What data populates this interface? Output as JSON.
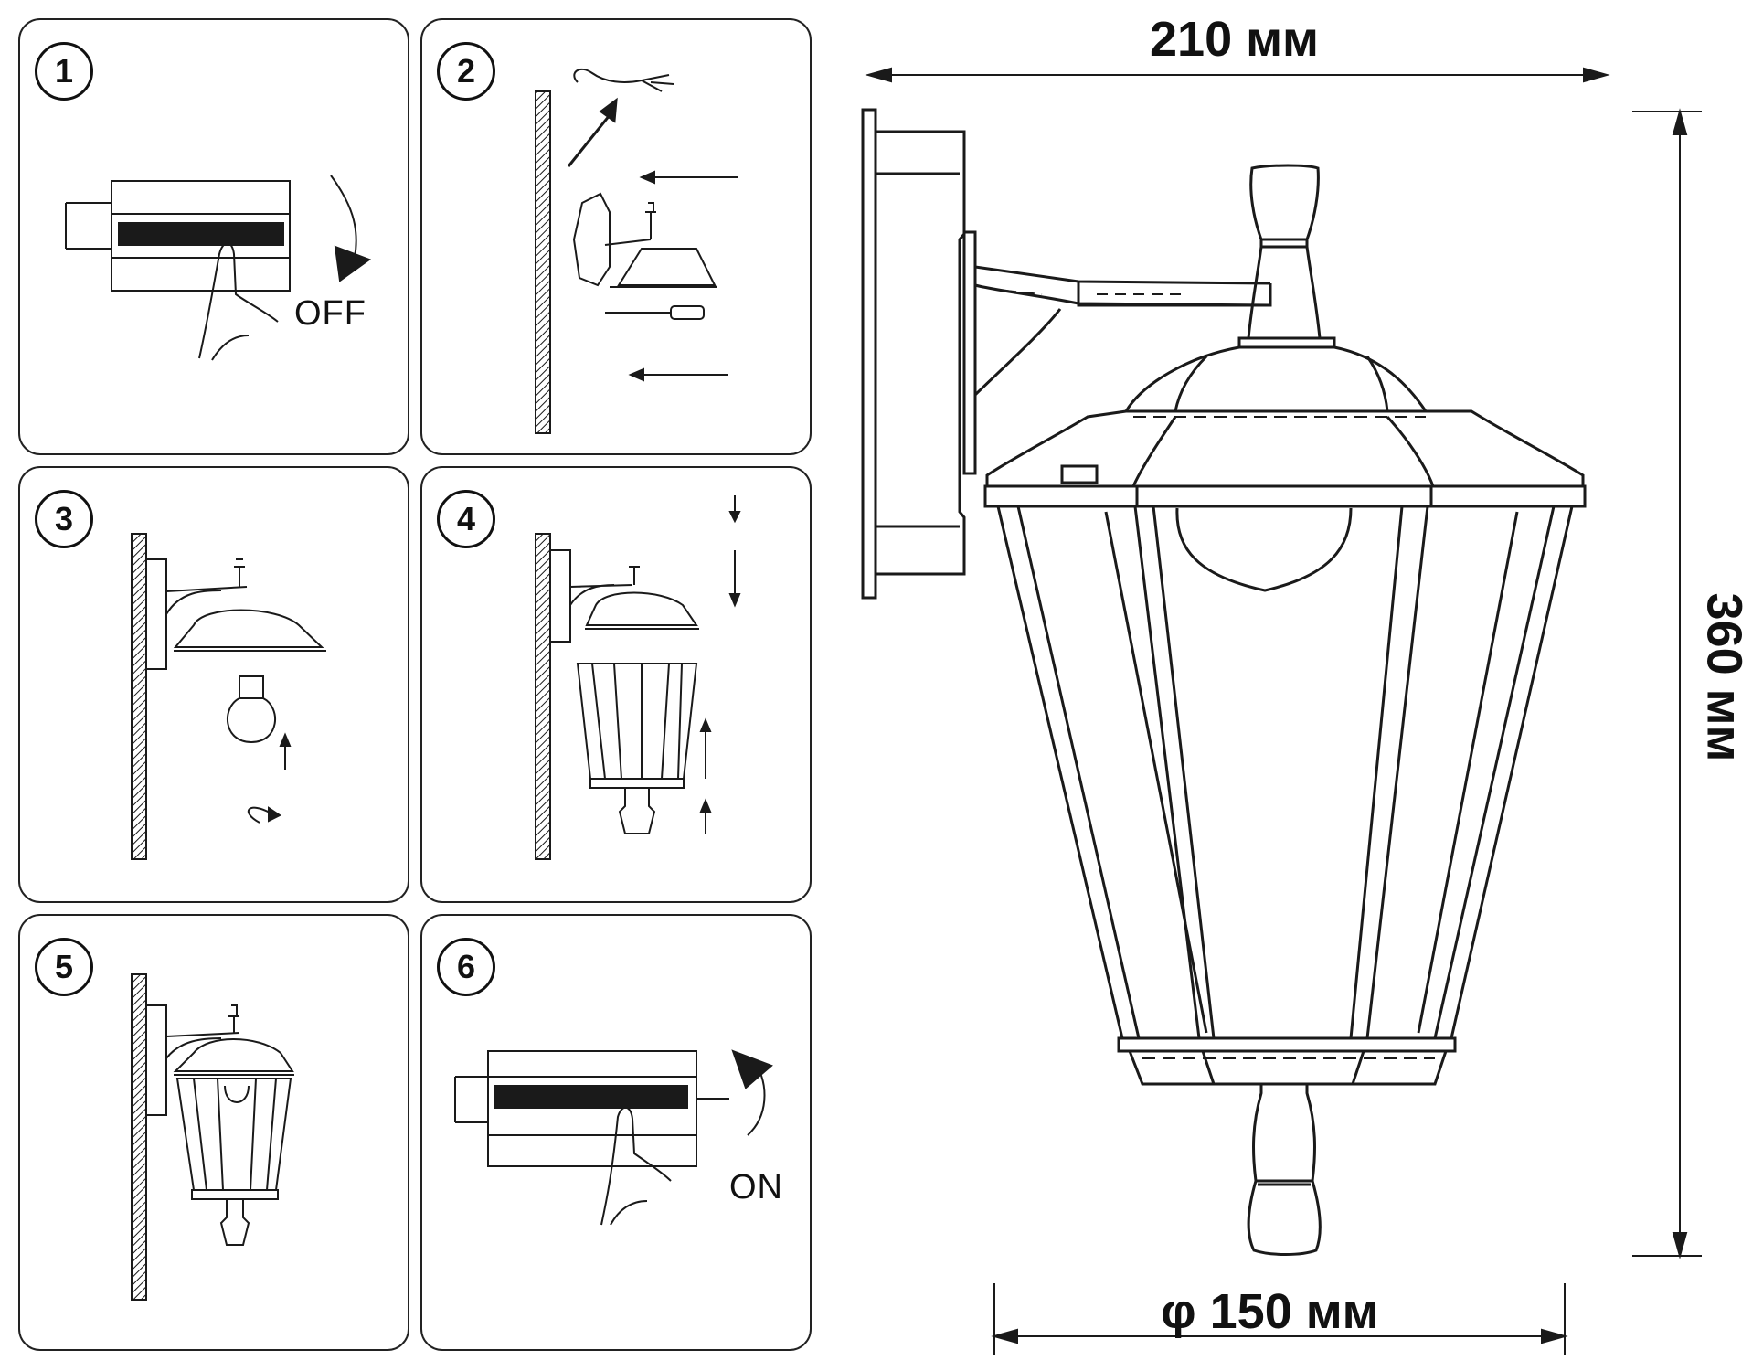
{
  "steps": [
    {
      "number": "1",
      "label": "OFF"
    },
    {
      "number": "2"
    },
    {
      "number": "3"
    },
    {
      "number": "4"
    },
    {
      "number": "5"
    },
    {
      "number": "6",
      "label": "ON"
    }
  ],
  "dimensions": {
    "width": "210 мм",
    "height": "360 мм",
    "diameter": "φ 150 мм"
  },
  "icons": [
    "breaker-panel-icon",
    "hand-icon",
    "wall-icon",
    "arrow-icon",
    "screwdriver-icon",
    "wire-icon",
    "lamp-head-icon",
    "bulb-icon",
    "rotate-arrow-icon",
    "lantern-shade-icon",
    "lantern-icon"
  ],
  "colors": {
    "line": "#1a1a1a",
    "background": "#ffffff"
  }
}
